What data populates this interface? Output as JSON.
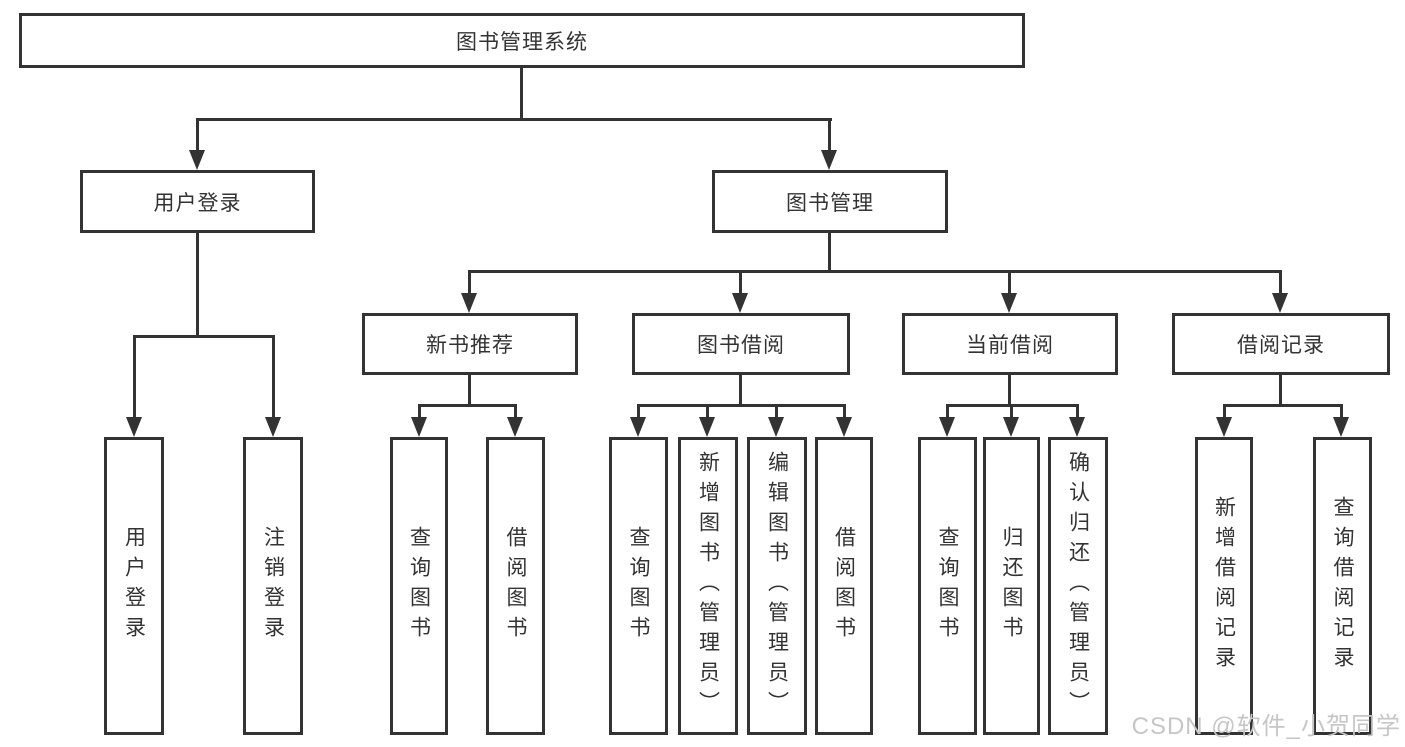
{
  "diagram": {
    "nodes": {
      "root": "图书管理系统",
      "user_login": "用户登录",
      "book_mgmt": "图书管理",
      "new_book_rec": "新书推荐",
      "book_borrow": "图书借阅",
      "current_borrow": "当前借阅",
      "borrow_records": "借阅记录",
      "leaf_user_login": "用户登录",
      "leaf_logout": "注销登录",
      "leaf_nbr_query": "查询图书",
      "leaf_nbr_borrow": "借阅图书",
      "leaf_bb_query": "查询图书",
      "leaf_bb_add": "新增图书（管理员）",
      "leaf_bb_edit": "编辑图书（管理员）",
      "leaf_bb_borrow": "借阅图书",
      "leaf_cb_query": "查询图书",
      "leaf_cb_return": "归还图书",
      "leaf_cb_confirm": "确认归还（管理员）",
      "leaf_br_add": "新增借阅记录",
      "leaf_br_query": "查询借阅记录"
    }
  },
  "watermark": "CSDN @软件_小贺同学",
  "colors": {
    "line": "#333333",
    "text": "#333333",
    "watermark": "#c6c6c6",
    "background": "#ffffff"
  }
}
